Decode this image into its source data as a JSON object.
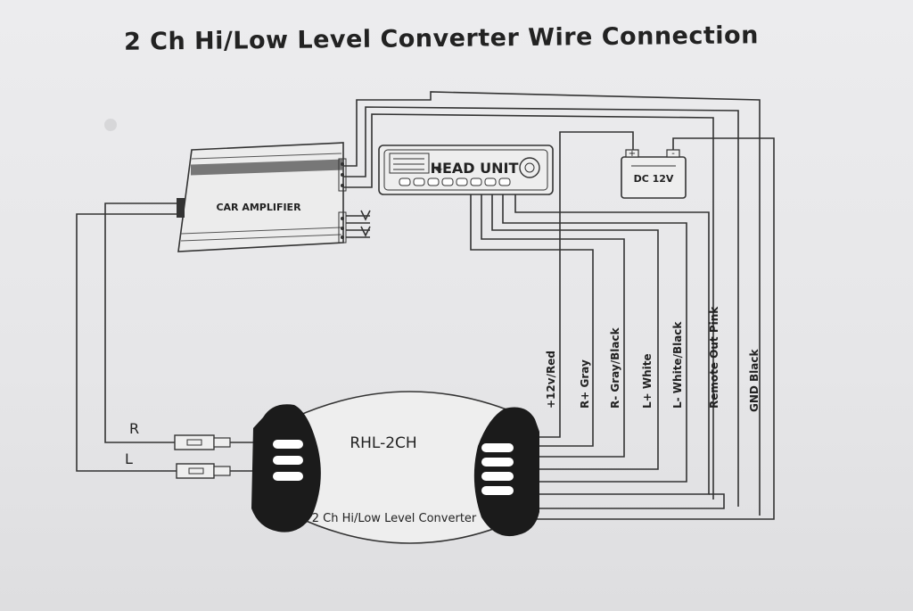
{
  "title": "2 Ch Hi/Low Level Converter Wire Connection",
  "devices": {
    "amplifier": "CAR AMPLIFIER",
    "head_unit": "HEAD UNIT",
    "battery": "DC 12V",
    "battery_plus": "+",
    "battery_minus": "-",
    "converter_model": "RHL-2CH",
    "converter_name": "2 Ch Hi/Low Level Converter"
  },
  "rca": {
    "right": "R",
    "left": "L"
  },
  "wires": [
    {
      "label": "+12v/Red"
    },
    {
      "label": "R+ Gray"
    },
    {
      "label": "R- Gray/Black"
    },
    {
      "label": "L+ White"
    },
    {
      "label": "L- White/Black"
    },
    {
      "label": "Remote Out  Pink"
    },
    {
      "label": "GND  Black"
    }
  ]
}
